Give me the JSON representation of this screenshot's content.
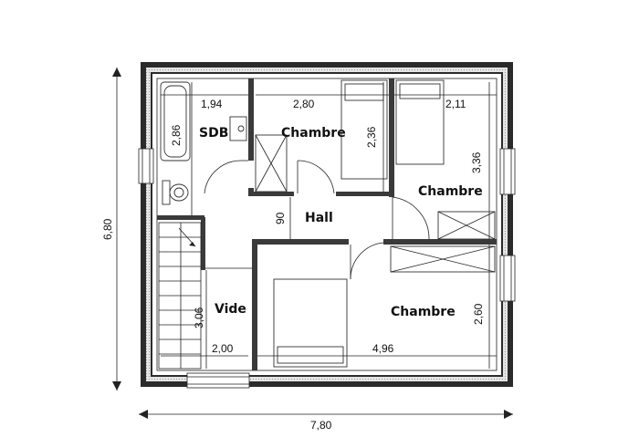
{
  "rooms": {
    "sdb": "SDB",
    "chambre_1": "Chambre",
    "chambre_2": "Chambre",
    "chambre_3": "Chambre",
    "hall": "Hall",
    "vide": "Vide"
  },
  "dimensions": {
    "overall_width": "7,80",
    "overall_height": "6,80",
    "sdb_width": "1,94",
    "sdb_height": "2,86",
    "chambre1_width": "2,80",
    "chambre1_height": "2,36",
    "chambre2_width": "2,11",
    "chambre2_height": "3,36",
    "hall_width": "90",
    "stair_height": "3,06",
    "stair_width": "2,00",
    "chambre3_width": "4,96",
    "chambre3_height": "2,60"
  },
  "colors": {
    "wall": "#2b2b2b",
    "hatch": "#d9d9d9",
    "line": "#222222"
  }
}
